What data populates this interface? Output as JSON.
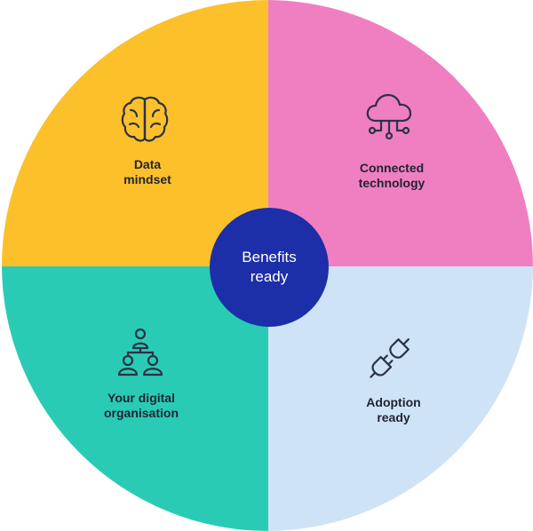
{
  "colors": {
    "data_mindset": "#FCC02B",
    "connected_technology": "#F07FC1",
    "your_digital_organisation": "#2ACBB4",
    "adoption_ready": "#CFE3F6",
    "hub": "#1C2FA8",
    "icon": "#2B3245",
    "label": "#1F2433",
    "hub_text": "#FFFFFF"
  },
  "hub": {
    "line1": "Benefits",
    "line2": "ready"
  },
  "quadrants": {
    "data_mindset": {
      "line1": "Data",
      "line2": "mindset",
      "icon": "brain-icon"
    },
    "connected_technology": {
      "line1": "Connected",
      "line2": "technology",
      "icon": "cloud-network-icon"
    },
    "your_digital_organisation": {
      "line1": "Your digital",
      "line2": "organisation",
      "icon": "team-hierarchy-icon"
    },
    "adoption_ready": {
      "line1": "Adoption",
      "line2": "ready",
      "icon": "plug-connect-icon"
    }
  }
}
